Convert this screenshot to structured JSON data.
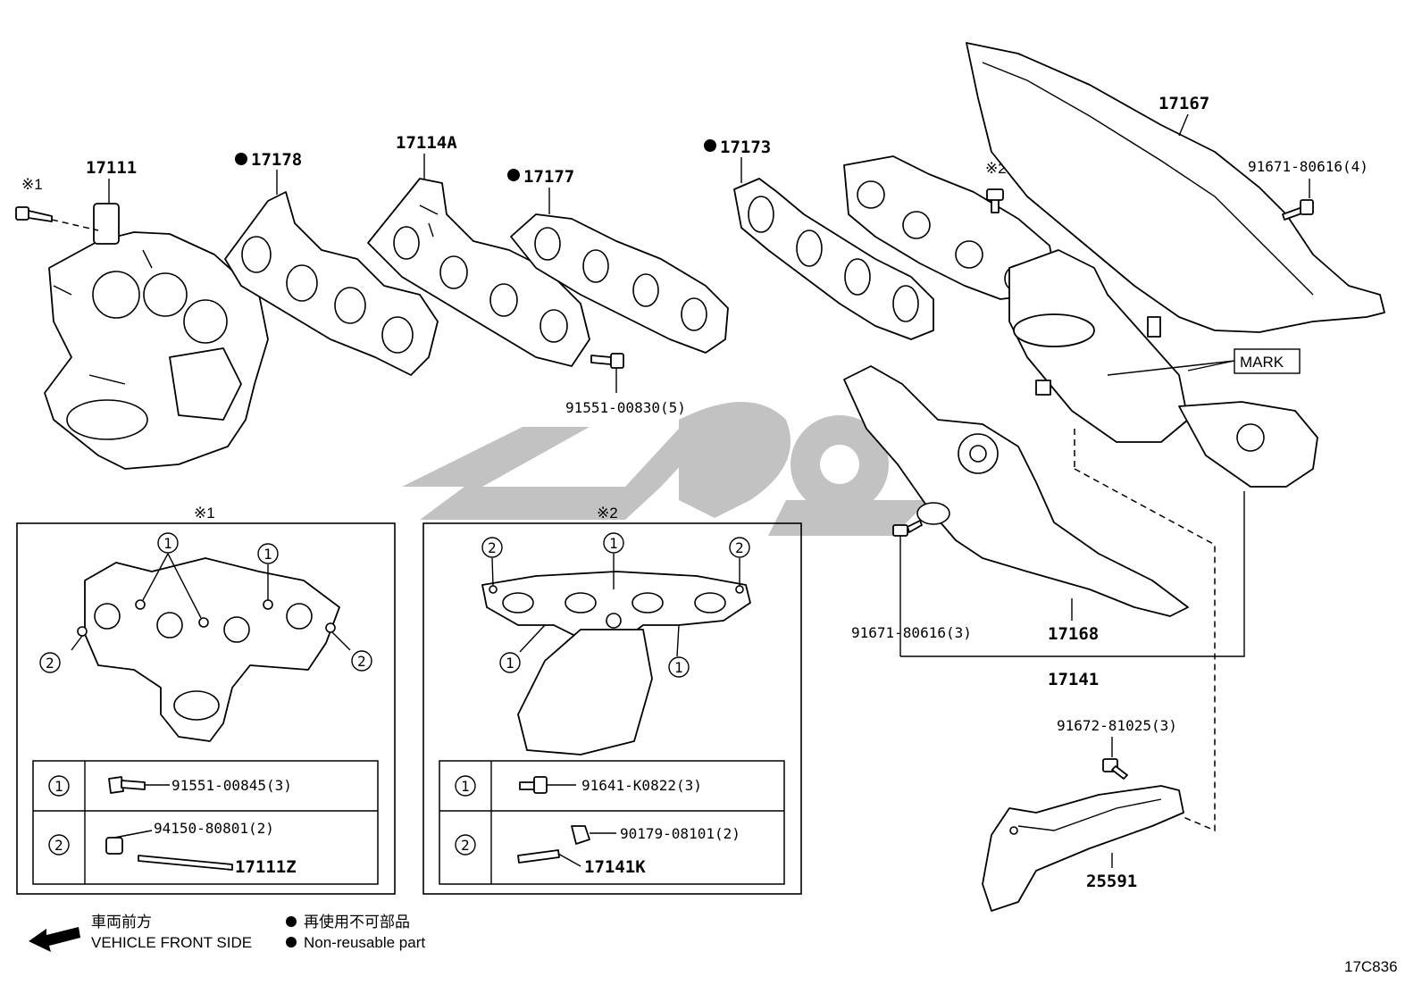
{
  "parts": {
    "p17111": "17111",
    "p17178": "17178",
    "p17114A": "17114A",
    "p17177": "17177",
    "p17173": "17173",
    "p17167": "17167",
    "p91671_4": "91671-80616(4)",
    "p91551_830": "91551-00830(5)",
    "mark": "MARK",
    "p91671_3": "91671-80616(3)",
    "p17168": "17168",
    "p17141": "17141",
    "p91672": "91672-81025(3)",
    "p25591": "25591"
  },
  "refs": {
    "ref1": "※1",
    "ref2": "※2"
  },
  "detail1": {
    "title": "※1",
    "row1_num": "1",
    "row1_part": "91551-00845(3)",
    "row2_num": "2",
    "row2_part_a": "94150-80801(2)",
    "row2_part_b": "17111Z"
  },
  "detail2": {
    "title": "※2",
    "row1_num": "1",
    "row1_part": "91641-K0822(3)",
    "row2_num": "2",
    "row2_part_a": "90179-08101(2)",
    "row2_part_b": "17141K"
  },
  "legend": {
    "front_jp": "車両前方",
    "front_en": "VEHICLE FRONT SIDE",
    "nonreuse_jp": "再使用不可部品",
    "nonreuse_en": "Non-reusable part"
  },
  "watermark": "موپارت",
  "figure_code": "17C836"
}
